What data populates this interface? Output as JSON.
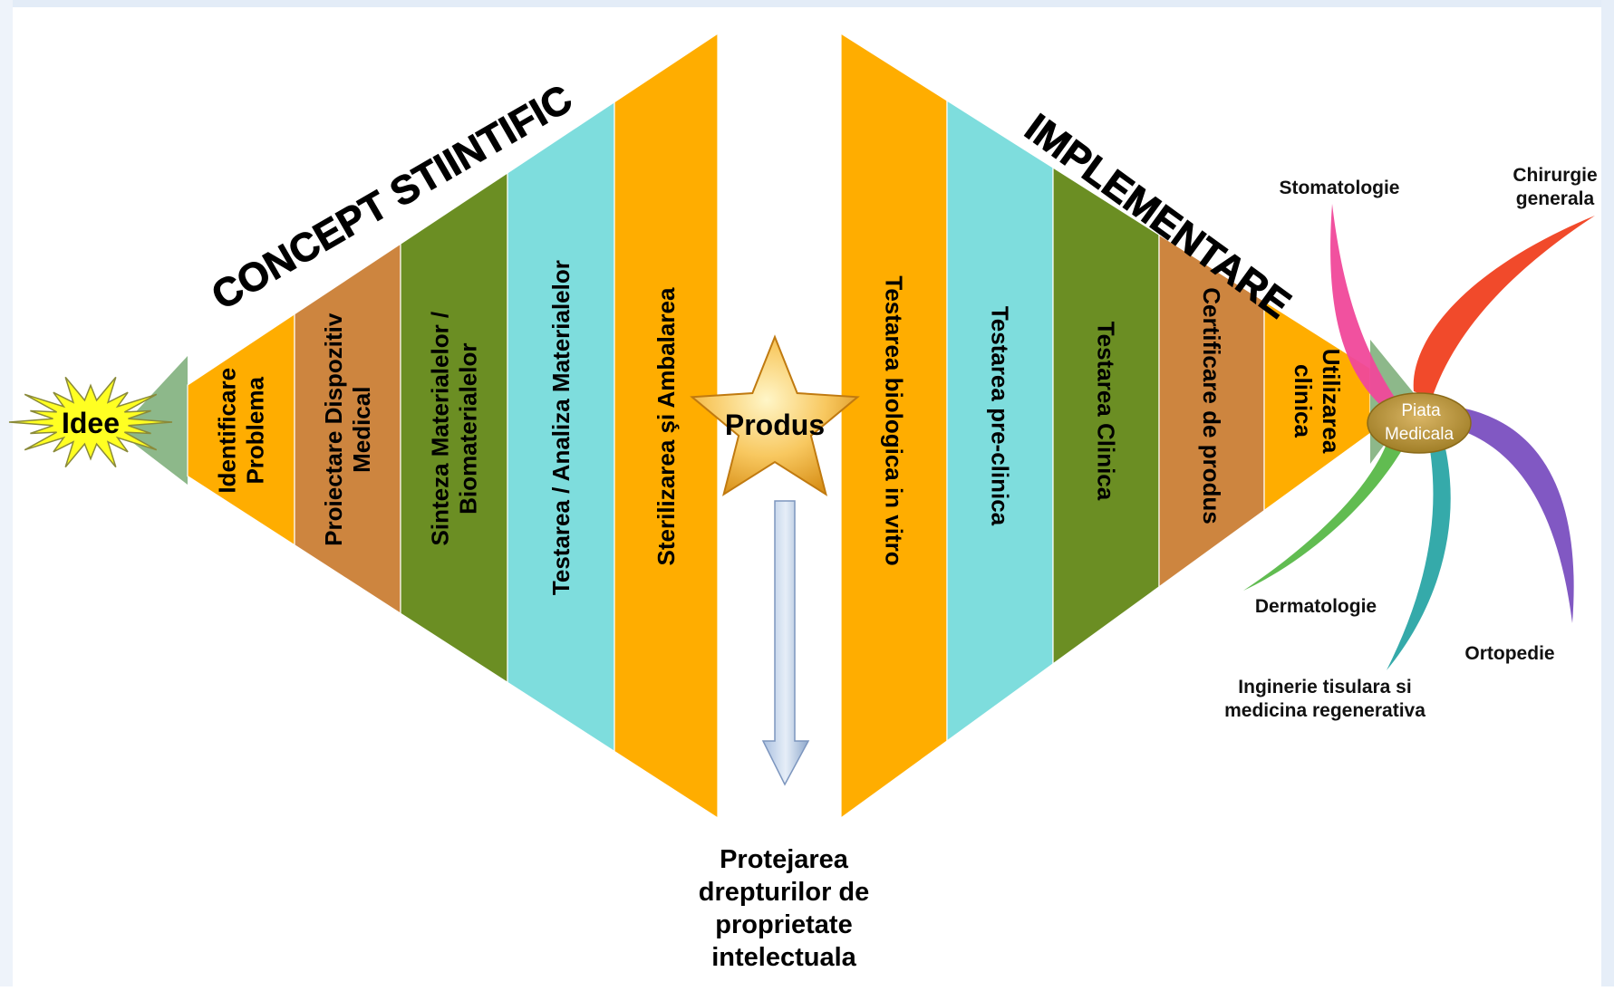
{
  "idea": {
    "label": "Idee"
  },
  "concept": {
    "title": "CONCEPT STIINTIFIC",
    "stages": [
      {
        "lines": [
          "Identificare",
          "Problema"
        ],
        "color": "#FFAD00"
      },
      {
        "lines": [
          "Proiectare Dispozitiv",
          "Medical"
        ],
        "color": "#CD853F"
      },
      {
        "lines": [
          "Sinteza Materialelor /",
          "Biomaterialelor"
        ],
        "color": "#6B8E23"
      },
      {
        "lines": [
          "Testarea / Analiza Materialelor"
        ],
        "color": "#7EDDDD"
      },
      {
        "lines": [
          "Sterilizarea şi Ambalarea"
        ],
        "color": "#FFAD00"
      }
    ]
  },
  "product": {
    "label": "Produs"
  },
  "ip": {
    "lines": [
      "Protejarea",
      "drepturilor de",
      "proprietate",
      "intelectuala"
    ]
  },
  "implementation": {
    "title": "IMPLEMENTARE",
    "stages": [
      {
        "lines": [
          "Testarea biologica in vitro"
        ],
        "color": "#FFAD00"
      },
      {
        "lines": [
          "Testarea pre-clinica"
        ],
        "color": "#7EDDDD"
      },
      {
        "lines": [
          "Testarea Clinica"
        ],
        "color": "#6B8E23"
      },
      {
        "lines": [
          "Certificare de produs"
        ],
        "color": "#CD853F"
      },
      {
        "lines": [
          "Utilizarea",
          "clinica"
        ],
        "color": "#FFAD00"
      }
    ]
  },
  "market": {
    "lines": [
      "Piata",
      "Medicala"
    ],
    "branches": [
      {
        "lines": [
          "Stomatologie"
        ],
        "color": "#F0489A"
      },
      {
        "lines": [
          "Chirurgie",
          "generala"
        ],
        "color": "#F04020"
      },
      {
        "lines": [
          "Dermatologie"
        ],
        "color": "#58B848"
      },
      {
        "lines": [
          "Inginerie tisulara si",
          "medicina regenerativa"
        ],
        "color": "#2AA5A5"
      },
      {
        "lines": [
          "Ortopedie"
        ],
        "color": "#7A4FC0"
      }
    ]
  },
  "colors": {
    "cone_tip": "#8DB88A"
  }
}
